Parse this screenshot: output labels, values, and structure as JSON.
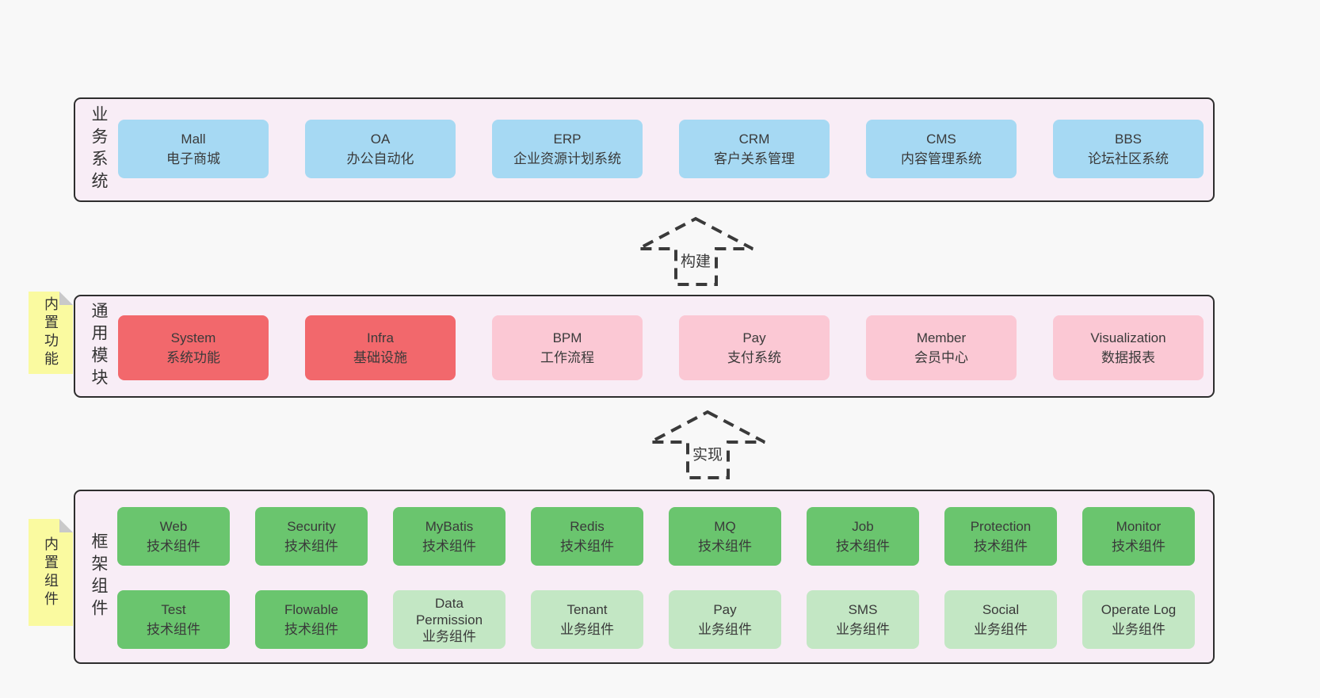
{
  "colors": {
    "page_bg": "#F8F8F8",
    "layer_bg": "#F8EDF6",
    "layer_border": "#2E2E2E",
    "blue": "#A6D9F3",
    "red": "#F2686C",
    "pink": "#FBC8D4",
    "green": "#6AC56E",
    "light_green": "#C3E7C4",
    "note_yellow": "#FAFAA0",
    "note_fold": "#C9C9C9",
    "text": "#3A3A3A",
    "arrow": "#3A3A3A"
  },
  "layers": [
    {
      "label": "业务系统",
      "boxes": [
        {
          "title": "Mall",
          "subtitle": "电子商城"
        },
        {
          "title": "OA",
          "subtitle": "办公自动化"
        },
        {
          "title": "ERP",
          "subtitle": "企业资源计划系统"
        },
        {
          "title": "CRM",
          "subtitle": "客户关系管理"
        },
        {
          "title": "CMS",
          "subtitle": "内容管理系统"
        },
        {
          "title": "BBS",
          "subtitle": "论坛社区系统"
        }
      ]
    },
    {
      "label": "通用模块",
      "note": "内置功能",
      "boxes": [
        {
          "title": "System",
          "subtitle": "系统功能"
        },
        {
          "title": "Infra",
          "subtitle": "基础设施"
        },
        {
          "title": "BPM",
          "subtitle": "工作流程"
        },
        {
          "title": "Pay",
          "subtitle": "支付系统"
        },
        {
          "title": "Member",
          "subtitle": "会员中心"
        },
        {
          "title": "Visualization",
          "subtitle": "数据报表"
        }
      ]
    },
    {
      "label": "框架组件",
      "note": "内置组件",
      "rows": [
        [
          {
            "title": "Web",
            "subtitle": "技术组件"
          },
          {
            "title": "Security",
            "subtitle": "技术组件"
          },
          {
            "title": "MyBatis",
            "subtitle": "技术组件"
          },
          {
            "title": "Redis",
            "subtitle": "技术组件"
          },
          {
            "title": "MQ",
            "subtitle": "技术组件"
          },
          {
            "title": "Job",
            "subtitle": "技术组件"
          },
          {
            "title": "Protection",
            "subtitle": "技术组件"
          },
          {
            "title": "Monitor",
            "subtitle": "技术组件"
          }
        ],
        [
          {
            "title": "Test",
            "subtitle": "技术组件"
          },
          {
            "title": "Flowable",
            "subtitle": "技术组件"
          },
          {
            "title": "Data Permission",
            "subtitle": "业务组件"
          },
          {
            "title": "Tenant",
            "subtitle": "业务组件"
          },
          {
            "title": "Pay",
            "subtitle": "业务组件"
          },
          {
            "title": "SMS",
            "subtitle": "业务组件"
          },
          {
            "title": "Social",
            "subtitle": "业务组件"
          },
          {
            "title": "Operate Log",
            "subtitle": "业务组件"
          }
        ]
      ]
    }
  ],
  "arrows": [
    {
      "label": "构建"
    },
    {
      "label": "实现"
    }
  ]
}
